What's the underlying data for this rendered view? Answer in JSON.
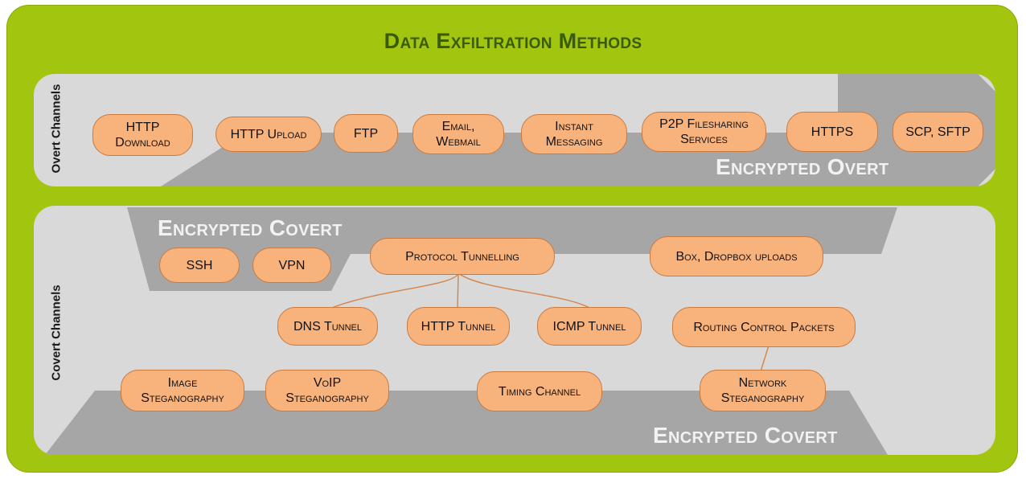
{
  "title": "Data Exfiltration Methods",
  "overt": {
    "side_label": "Overt\nChannels",
    "band_label": "Encrypted Overt",
    "methods": [
      "HTTP\nDownload",
      "HTTP Upload",
      "FTP",
      "Email,\nWebmail",
      "Instant\nMessaging",
      "P2P Filesharing\nServices",
      "HTTPS",
      "SCP, SFTP"
    ]
  },
  "covert": {
    "side_label": "Covert\nChannels",
    "band_label_top": "Encrypted Covert",
    "band_label_bottom": "Encrypted Covert",
    "methods": {
      "ssh": "SSH",
      "vpn": "VPN",
      "protocol_tunnelling": "Protocol Tunnelling",
      "box_dropbox": "Box, Dropbox uploads",
      "dns_tunnel": "DNS Tunnel",
      "http_tunnel": "HTTP Tunnel",
      "icmp_tunnel": "ICMP Tunnel",
      "routing_control": "Routing Control Packets",
      "image_stego": "Image\nSteganography",
      "voip_stego": "VoIP\nSteganography",
      "timing_channel": "Timing Channel",
      "network_stego": "Network\nSteganography"
    }
  },
  "colors": {
    "frame": "#a2c510",
    "panel": "#d9d9d9",
    "band": "#a6a6a6",
    "pill_fill": "#f8b27c",
    "pill_border": "#c97a3f",
    "title": "#3a5a0c"
  }
}
